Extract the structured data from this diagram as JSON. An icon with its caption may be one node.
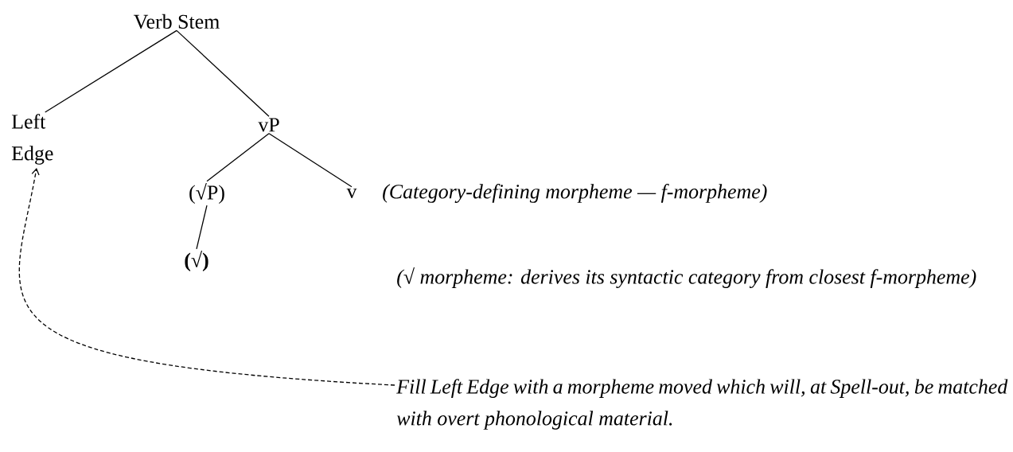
{
  "diagram": {
    "nodes": [
      {
        "text": [
          "Verb Stem"
        ]
      },
      {
        "text": [
          "Left Edge"
        ]
      },
      {
        "text": [
          "vP"
        ]
      },
      {
        "text": [
          "(√P)"
        ]
      },
      {
        "text": [
          "v"
        ]
      },
      {
        "text": [
          "(√)"
        ]
      },
      {
        "text": [
          "Fill Left Edge with a morpheme moved which will, at Spell-out, be matched with overt phonological material."
        ]
      }
    ],
    "edges": [
      {
        "from": 0,
        "to": 1,
        "arrow": "none"
      },
      {
        "from": 0,
        "to": 2,
        "arrow": "none"
      },
      {
        "from": 2,
        "to": 3,
        "arrow": "none"
      },
      {
        "from": 2,
        "to": 4,
        "arrow": "none"
      },
      {
        "from": 3,
        "to": 5,
        "arrow": "none"
      },
      {
        "from": 6,
        "to": 1,
        "arrow": "to",
        "style": "dashed"
      }
    ],
    "labels": [
      "(Category-defining morpheme — f-morpheme)",
      "(√ morpheme: derives its syntactic category from closest f-morpheme)"
    ]
  }
}
